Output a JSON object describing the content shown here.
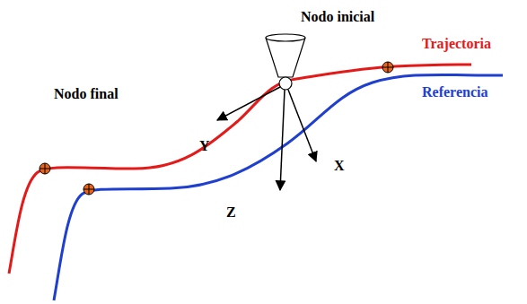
{
  "diagram": {
    "labels": [
      "Nodo inicial",
      "Trajectoria",
      "Referencia",
      "Nodo final",
      "Y",
      "X",
      "Z"
    ]
  }
}
